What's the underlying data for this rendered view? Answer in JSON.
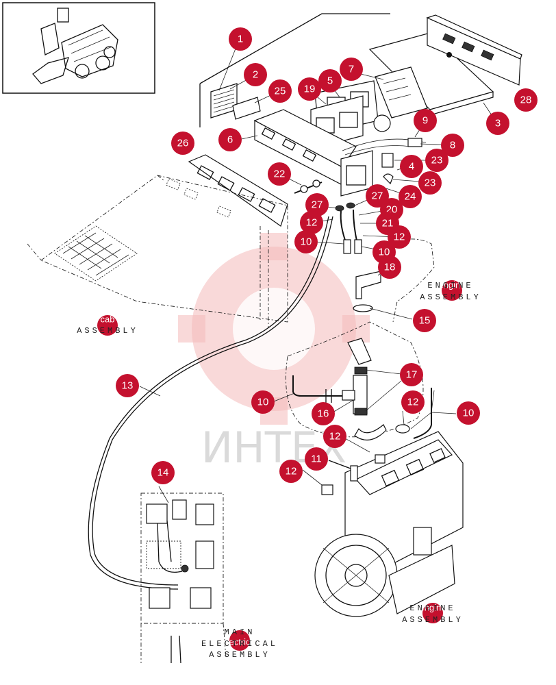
{
  "watermark": {
    "text": "ИНТЕХ",
    "color": "#f2a7a7"
  },
  "bubble_color": "#c4112e",
  "callouts": [
    {
      "id": "c1",
      "label": "1"
    },
    {
      "id": "c2",
      "label": "2"
    },
    {
      "id": "c25",
      "label": "25"
    },
    {
      "id": "c19",
      "label": "19"
    },
    {
      "id": "c5",
      "label": "5"
    },
    {
      "id": "c7",
      "label": "7"
    },
    {
      "id": "c28",
      "label": "28"
    },
    {
      "id": "c3",
      "label": "3"
    },
    {
      "id": "c9",
      "label": "9"
    },
    {
      "id": "c6",
      "label": "6"
    },
    {
      "id": "c26",
      "label": "26"
    },
    {
      "id": "c8",
      "label": "8"
    },
    {
      "id": "c23a",
      "label": "23"
    },
    {
      "id": "c22",
      "label": "22"
    },
    {
      "id": "c4",
      "label": "4"
    },
    {
      "id": "c23b",
      "label": "23"
    },
    {
      "id": "c24",
      "label": "24"
    },
    {
      "id": "c27a",
      "label": "27"
    },
    {
      "id": "c27b",
      "label": "27"
    },
    {
      "id": "c20",
      "label": "20"
    },
    {
      "id": "c12a",
      "label": "12"
    },
    {
      "id": "c21",
      "label": "21"
    },
    {
      "id": "c12b",
      "label": "12"
    },
    {
      "id": "c10a",
      "label": "10"
    },
    {
      "id": "c10b",
      "label": "10"
    },
    {
      "id": "c18",
      "label": "18"
    },
    {
      "id": "c15",
      "label": "15"
    },
    {
      "id": "c13",
      "label": "13"
    },
    {
      "id": "c17",
      "label": "17"
    },
    {
      "id": "c10c",
      "label": "10"
    },
    {
      "id": "c16",
      "label": "16"
    },
    {
      "id": "c12c",
      "label": "12"
    },
    {
      "id": "c10d",
      "label": "10"
    },
    {
      "id": "c12d",
      "label": "12"
    },
    {
      "id": "c11",
      "label": "11"
    },
    {
      "id": "c12e",
      "label": "12"
    },
    {
      "id": "c14",
      "label": "14"
    }
  ],
  "assemblies": {
    "cab": {
      "name": "cab",
      "caption": "ASSEMBLY"
    },
    "engine_top": {
      "name": "engine",
      "line1": "ENGINE",
      "line2": "ASSEMBLY"
    },
    "engine_bottom": {
      "name": "engine",
      "line1": "ENGINE",
      "line2": "ASSEMBLY"
    },
    "electrical": {
      "name": "electrical",
      "line1": "MAIN",
      "line2": "ELECTRICAL",
      "line3": "ASSEMBLY"
    }
  }
}
